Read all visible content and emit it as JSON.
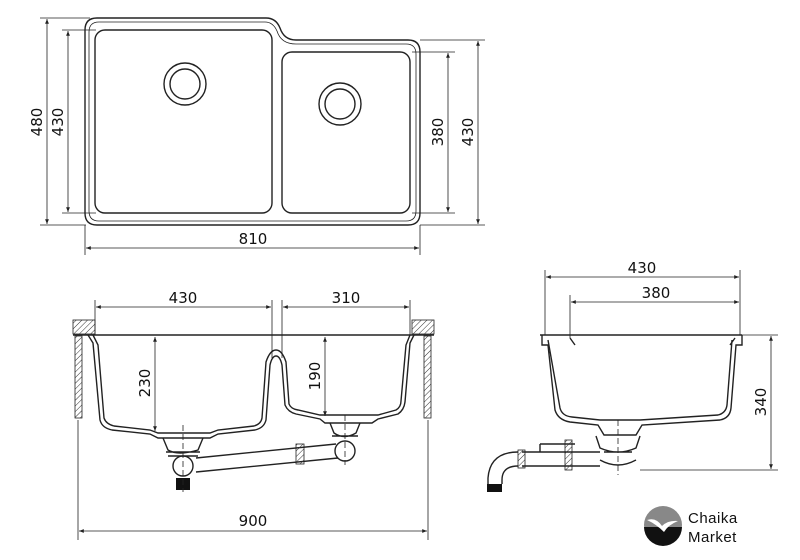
{
  "title": "Double bowl undermount sink dimensions",
  "top_view": {
    "overall_depth": "480",
    "left_bowl_depth": "430",
    "right_bowl_depth": "380",
    "right_side_depth": "430",
    "overall_width": "810"
  },
  "front_view": {
    "left_bowl_width": "430",
    "right_bowl_width": "310",
    "left_bowl_height": "230",
    "right_bowl_height": "190",
    "cabinet_width": "900"
  },
  "side_view": {
    "outer_depth": "430",
    "inner_depth": "380",
    "total_height": "340"
  },
  "logo": {
    "line1": "Chaika",
    "line2": "Market"
  }
}
